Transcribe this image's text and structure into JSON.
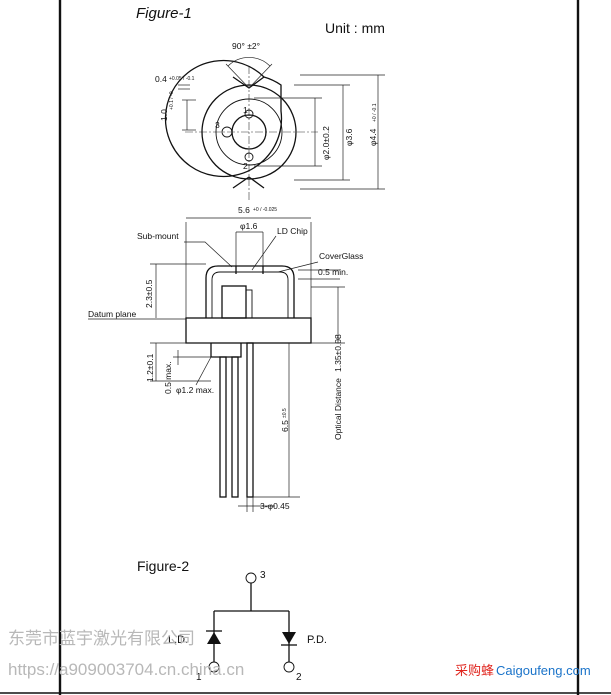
{
  "figure1": {
    "title": "Figure-1",
    "unit": "Unit : mm",
    "top_view": {
      "angle": "90°  ±2°",
      "notch_width": "0.4",
      "notch_width_tol": "+0.05 / -0.1",
      "notch_depth": "1.0",
      "notch_depth_tol": "+0.1 / -0",
      "pin_1": "1",
      "pin_2": "2",
      "pin_3": "3",
      "dia_pin_circle": "φ2.0±0.2",
      "dia_cap": "φ3.6",
      "dia_flange": "φ4.4",
      "dia_flange_tol": "+0 / -0.1"
    },
    "side_view": {
      "flange_width": "5.6",
      "flange_width_tol": "+0 / -0.025",
      "window_dia": "φ1.6",
      "ld_chip": "LD  Chip",
      "sub_mount": "Sub-mount",
      "cover_glass": "CoverGlass",
      "glass_gap": "0.5 min.",
      "cap_height": "2.3±0.5",
      "datum_plane": "Datum plane",
      "optical_distance": "Optical Distance",
      "optical_distance_value": "1.35±0.08",
      "stem_height": "1.2±0.1",
      "stem_chamfer": "0.5 max.",
      "stem_dia": "φ1.2 max.",
      "lead_length": "6.5",
      "lead_length_tol": "±0.5",
      "lead_dia": "3-φ0.45"
    }
  },
  "figure2": {
    "title": "Figure-2",
    "pin_3": "3",
    "pin_1": "1",
    "pin_2": "2",
    "ld_label": "L.D.",
    "pd_label": "P.D."
  },
  "watermark": {
    "company": "东莞市蓝宇激光有限公司",
    "url": "https://a909003704.cn.china.cn",
    "site_cn": "采购蜂",
    "site_en": "Caigoufeng.com"
  },
  "colors": {
    "line": "#111111",
    "watermark": "#b8b8b8",
    "site_cn": "#e0261f",
    "site_en": "#1a73c9"
  }
}
